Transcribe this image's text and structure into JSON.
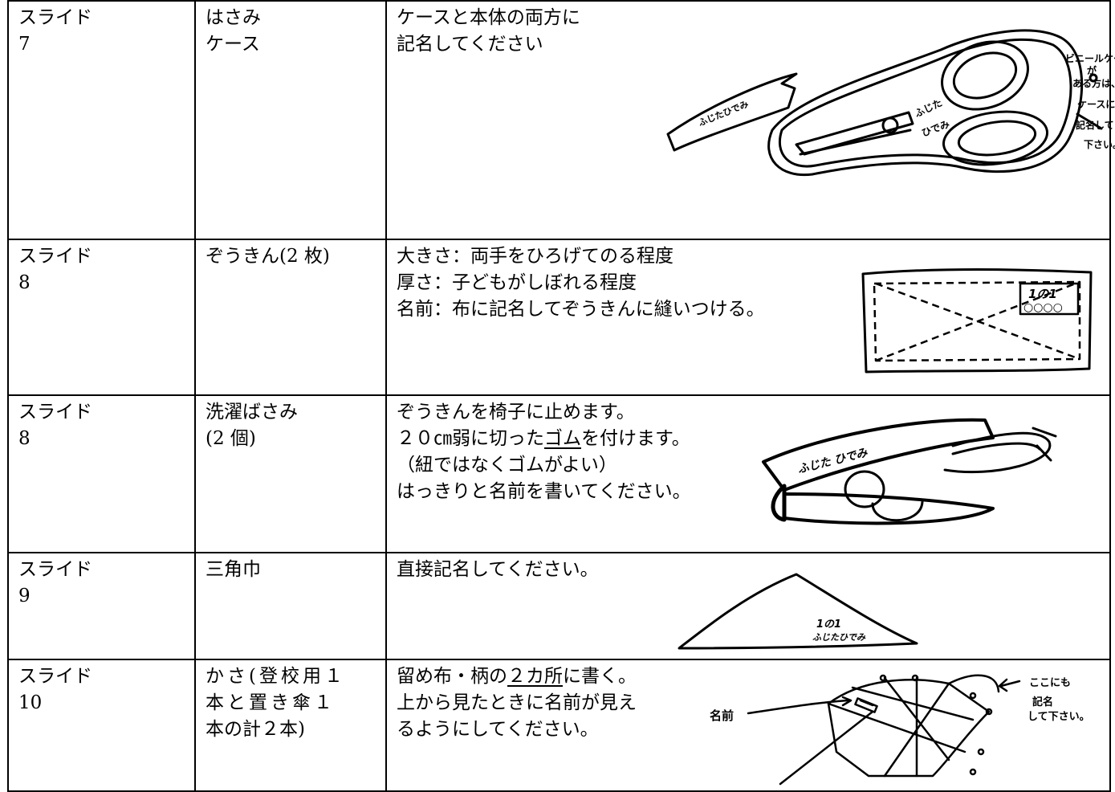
{
  "rows": [
    {
      "slide": "スライド",
      "slide_no": "7",
      "item": [
        "はさみ",
        "ケース"
      ],
      "notes": [
        "ケースと本体の両方に",
        "記名してください"
      ],
      "illustration": {
        "icon": "scissors-in-case-icon",
        "labels": {
          "case_name": "ふじたひでみ",
          "blade_name_1": "ふじた",
          "blade_name_2": "ひでみ",
          "callout": [
            "ビニールケース",
            "が",
            "ある方は、",
            "ケースにも",
            "記名して",
            "下さい。"
          ]
        }
      }
    },
    {
      "slide": "スライド",
      "slide_no": "8",
      "item": [
        "ぞうきん(2 枚)"
      ],
      "notes": [
        "大きさ：両手をひろげてのる程度",
        "厚さ：子どもがしぼれる程度",
        "名前：布に記名してぞうきんに縫いつける。"
      ],
      "illustration": {
        "icon": "dust-cloth-icon",
        "labels": {
          "class": "1の1",
          "name": "○○○○"
        }
      }
    },
    {
      "slide": "スライド",
      "slide_no": "8",
      "item": [
        "洗濯ばさみ",
        "(2 個)"
      ],
      "notes_parts": {
        "line1": "ぞうきんを椅子に止めます。",
        "line2_pre": "２０㎝弱に切った",
        "line2_underlined": "ゴム",
        "line2_post": "を付けます。",
        "line3": "（紐ではなくゴムがよい）",
        "line4": "はっきりと名前を書いてください。"
      },
      "illustration": {
        "icon": "clothespin-with-elastic-icon",
        "labels": {
          "name": "ふじた ひでみ"
        }
      }
    },
    {
      "slide": "スライド",
      "slide_no": "9",
      "item": [
        "三角巾"
      ],
      "notes": [
        "直接記名してください。"
      ],
      "illustration": {
        "icon": "triangle-scarf-icon",
        "labels": {
          "class": "1の1",
          "name": "ふじたひでみ"
        }
      }
    },
    {
      "slide": "スライド",
      "slide_no": "10",
      "item": [
        "かさ(登校用１",
        "本と置き傘１",
        "本の計２本)"
      ],
      "notes_parts": {
        "line1_pre": "留め布・柄の",
        "line1_underlined": "２カ所",
        "line1_post": "に書く。",
        "line2": "上から見たときに名前が見え",
        "line3": "るようにしてください。"
      },
      "illustration": {
        "icon": "umbrella-icon",
        "labels": {
          "name_pointer": "名前",
          "callout": [
            "ここにも",
            "記名",
            "して下さい。"
          ]
        }
      }
    }
  ]
}
